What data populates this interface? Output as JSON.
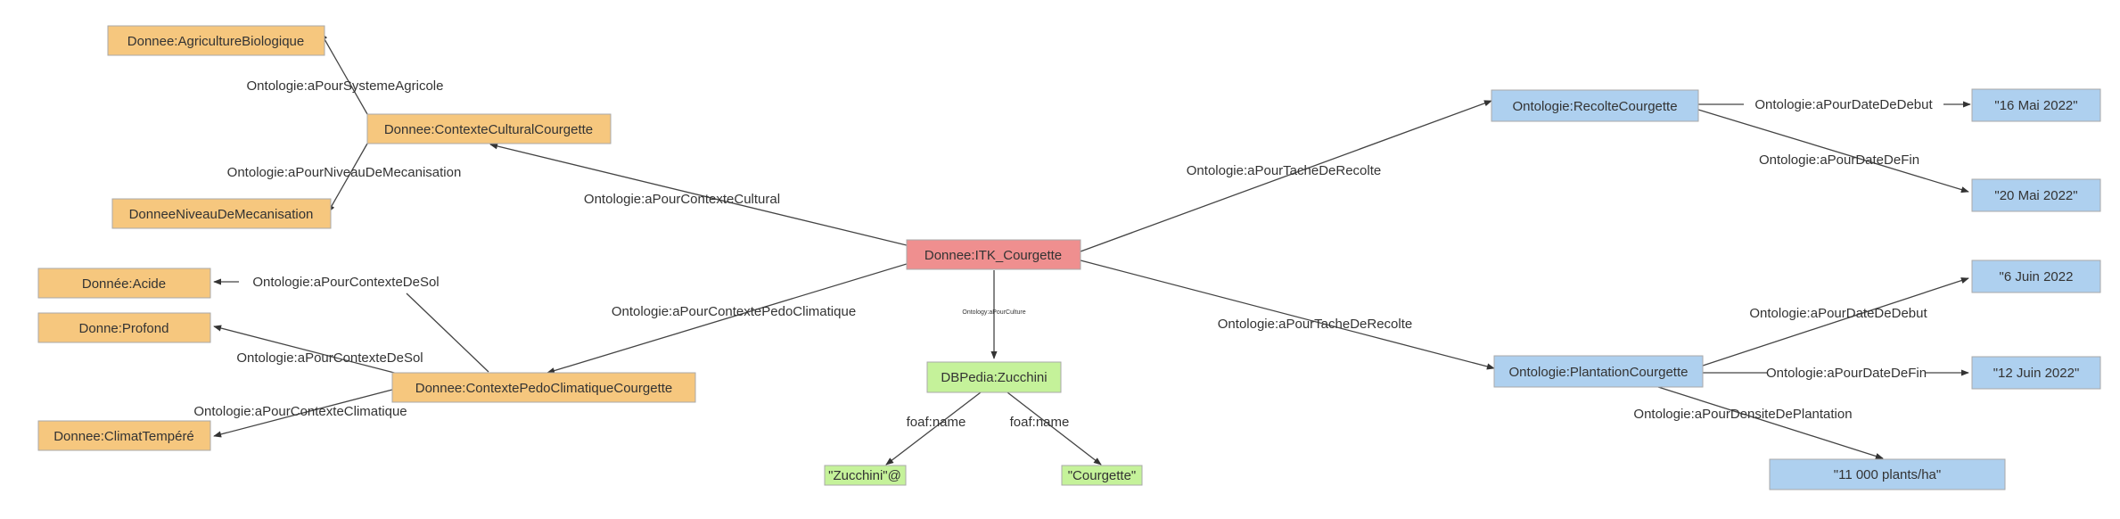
{
  "colors": {
    "orange": "#f6c77e",
    "red": "#ef8f8f",
    "green": "#c5f29a",
    "blue": "#aed0ef"
  },
  "nodes": {
    "agri_bio": "Donnee:AgricultureBiologique",
    "contexte_cultural": "Donnee:ContexteCulturalCourgette",
    "niveau_meca": "DonneeNiveauDeMecanisation",
    "acide": "Donnée:Acide",
    "profond": "Donne:Profond",
    "pedo_climatique": "Donnee:ContextePedoClimatiqueCourgette",
    "climat_tempere": "Donnee:ClimatTempéré",
    "itk": "Donnee:ITK_Courgette",
    "zucchini": "DBPedia:Zucchini",
    "name_en": "\"Zucchini\"@",
    "name_fr": "\"Courgette\"",
    "recolte": "Ontologie:RecolteCourgette",
    "plantation": "Ontologie:PlantationCourgette",
    "date_16mai": "\"16 Mai 2022\"",
    "date_20mai": "\"20 Mai 2022\"",
    "date_6juin": "\"6 Juin 2022",
    "date_12juin": "\"12 Juin 2022\"",
    "densite": "\"11 000 plants/ha\""
  },
  "edges": {
    "systeme_agricole": "Ontologie:aPourSystemeAgricole",
    "niveau_mecanisation": "Ontologie:aPourNiveauDeMecanisation",
    "contexte_cultural": "Ontologie:aPourContexteCultural",
    "contexte_sol_1": "Ontologie:aPourContexteDeSol",
    "contexte_sol_2": "Ontologie:aPourContexteDeSol",
    "contexte_climatique": "Ontologie:aPourContexteClimatique",
    "contexte_pedo": "Ontologie:aPourContextePedoClimatique",
    "culture": "Ontology:aPourCulture",
    "foaf_name_1": "foaf:name",
    "foaf_name_2": "foaf:name",
    "tache_recolte_1": "Ontologie:aPourTacheDeRecolte",
    "tache_recolte_2": "Ontologie:aPourTacheDeRecolte",
    "date_debut_1": "Ontologie:aPourDateDeDebut",
    "date_fin_1": "Ontologie:aPourDateDeFin",
    "date_debut_2": "Ontologie:aPourDateDeDebut",
    "date_fin_2": "Ontologie:aPourDateDeFin",
    "densite": "Ontologie:aPourDensiteDePlantation"
  }
}
